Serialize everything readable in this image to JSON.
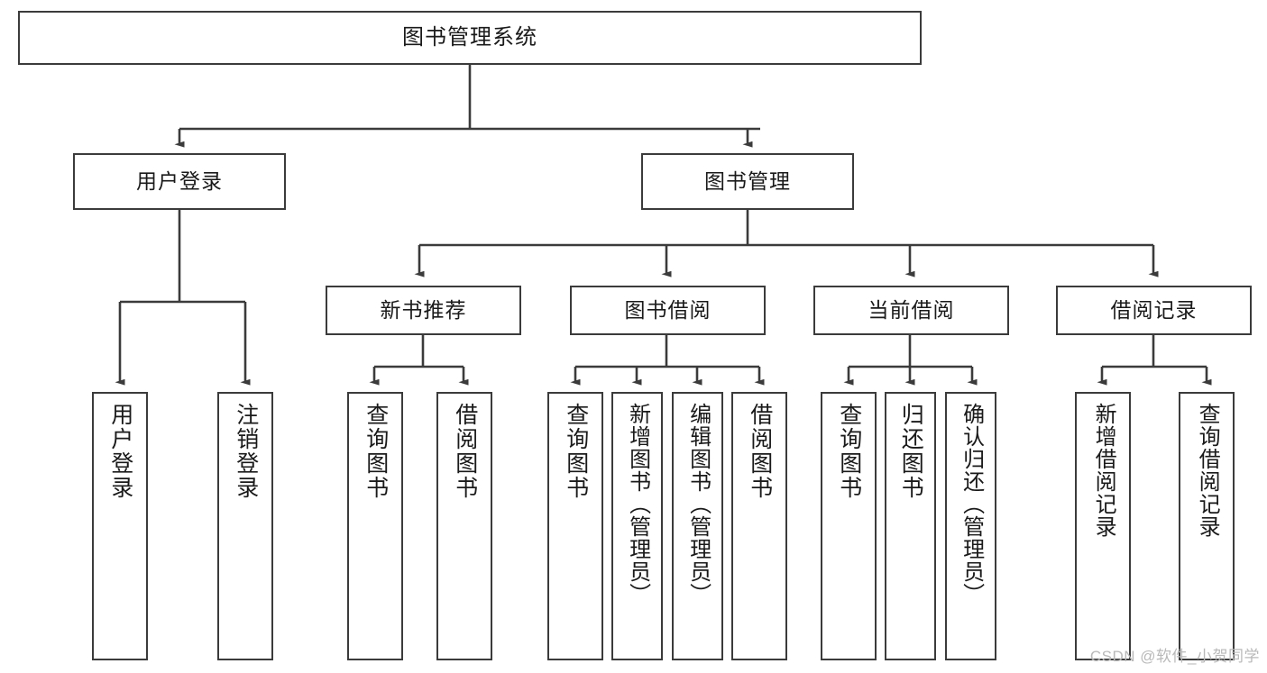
{
  "diagram": {
    "title_node": {
      "label": "图书管理系统"
    },
    "level1": [
      {
        "id": "user-login",
        "label": "用户登录"
      },
      {
        "id": "book-manage",
        "label": "图书管理"
      }
    ],
    "level2": [
      {
        "id": "new-book-recommend",
        "label": "新书推荐"
      },
      {
        "id": "book-borrow",
        "label": "图书借阅"
      },
      {
        "id": "current-borrow",
        "label": "当前借阅"
      },
      {
        "id": "borrow-record",
        "label": "借阅记录"
      }
    ],
    "leaves": [
      {
        "id": "leaf-user-login",
        "label": "用户登录",
        "parent": "user-login"
      },
      {
        "id": "leaf-logout-login",
        "label": "注销登录",
        "parent": "user-login"
      },
      {
        "id": "leaf-query-book-1",
        "label": "查询图书",
        "parent": "new-book-recommend"
      },
      {
        "id": "leaf-borrow-book-1",
        "label": "借阅图书",
        "parent": "new-book-recommend"
      },
      {
        "id": "leaf-query-book-2",
        "label": "查询图书",
        "parent": "book-borrow"
      },
      {
        "id": "leaf-add-book",
        "label": "新增图书（管理员）",
        "parent": "book-borrow"
      },
      {
        "id": "leaf-edit-book",
        "label": "编辑图书（管理员）",
        "parent": "book-borrow"
      },
      {
        "id": "leaf-borrow-book-2",
        "label": "借阅图书",
        "parent": "book-borrow"
      },
      {
        "id": "leaf-query-book-3",
        "label": "查询图书",
        "parent": "current-borrow"
      },
      {
        "id": "leaf-return-book",
        "label": "归还图书",
        "parent": "current-borrow"
      },
      {
        "id": "leaf-confirm-return",
        "label": "确认归还（管理员）",
        "parent": "current-borrow"
      },
      {
        "id": "leaf-add-record",
        "label": "新增借阅记录",
        "parent": "borrow-record"
      },
      {
        "id": "leaf-query-record",
        "label": "查询借阅记录",
        "parent": "borrow-record"
      }
    ],
    "watermark": "CSDN @软件_小贺同学",
    "colors": {
      "stroke": "#3b3b3b",
      "text": "#1a1a1a",
      "background": "#ffffff",
      "watermark": "#b9b9b9"
    }
  }
}
